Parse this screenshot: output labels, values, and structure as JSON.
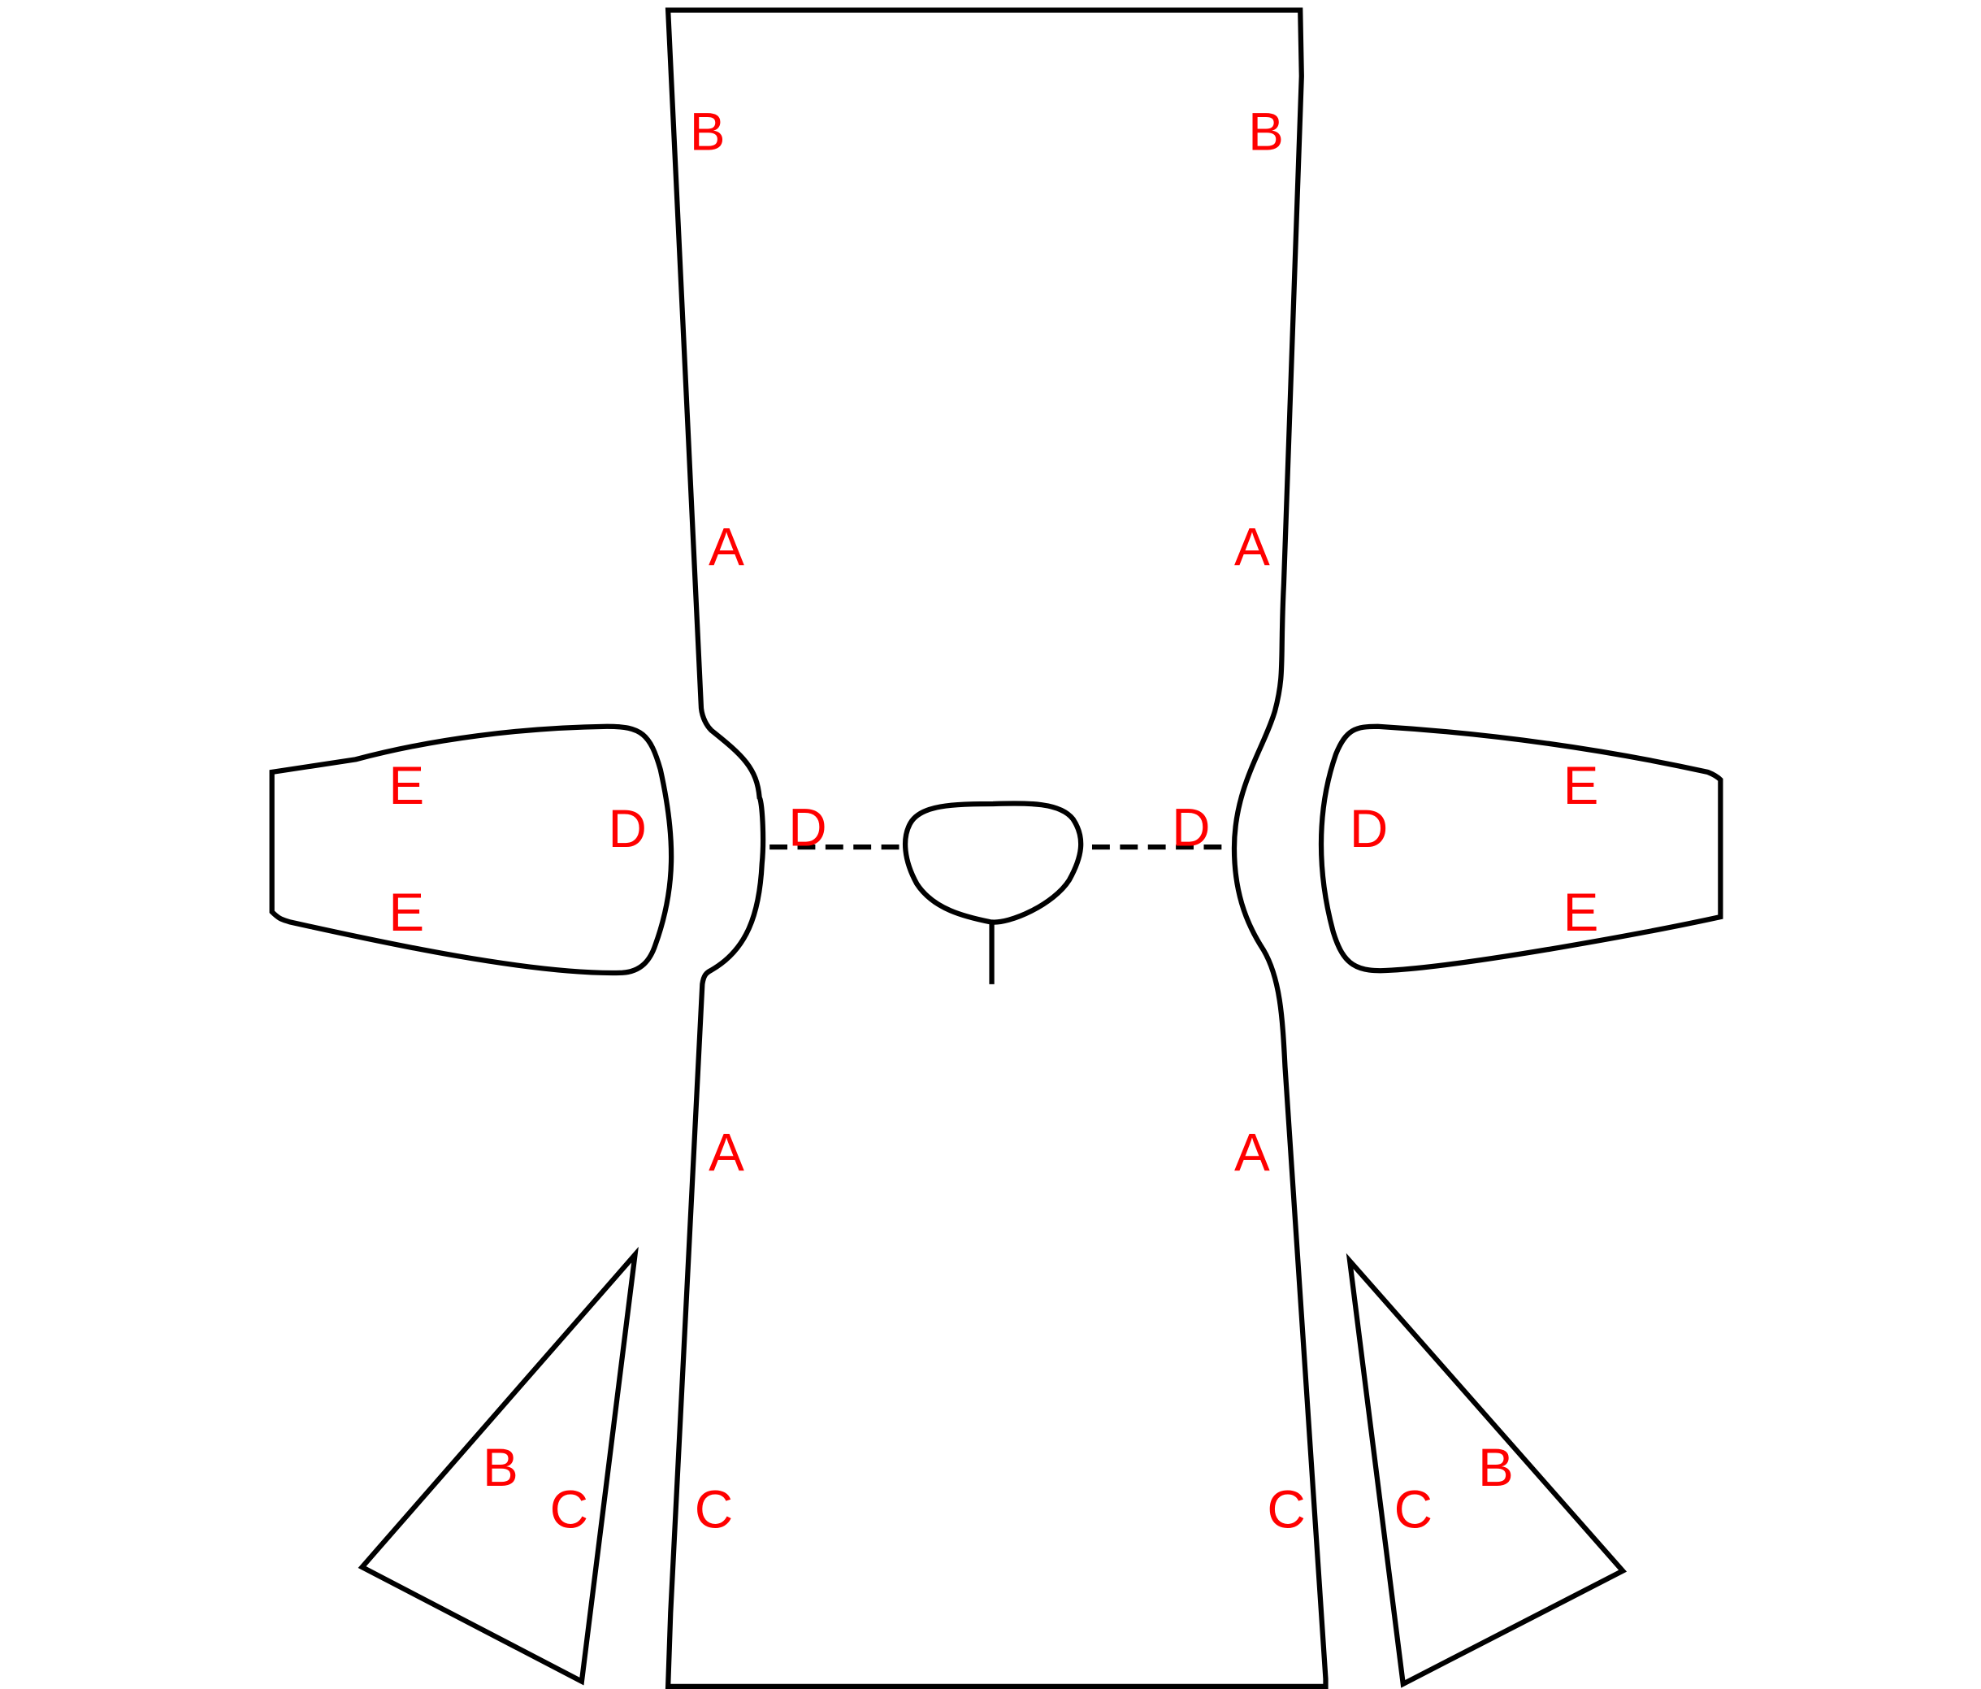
{
  "diagram": {
    "title": "Sewing pattern pieces",
    "label_color": "#ff0000",
    "body_labels": {
      "top_left_b": "B",
      "top_right_b": "B",
      "upper_left_a": "A",
      "upper_right_a": "A",
      "lower_left_a": "A",
      "lower_right_a": "A",
      "bottom_left_c": "C",
      "bottom_right_c": "C",
      "center_left_d": "D",
      "center_right_d": "D"
    },
    "left_wing_labels": {
      "top_e": "E",
      "bottom_e": "E",
      "d": "D"
    },
    "right_wing_labels": {
      "top_e": "E",
      "bottom_e": "E",
      "d": "D"
    },
    "left_triangle_labels": {
      "b": "B",
      "c": "C"
    },
    "right_triangle_labels": {
      "b": "B",
      "c": "C"
    }
  }
}
